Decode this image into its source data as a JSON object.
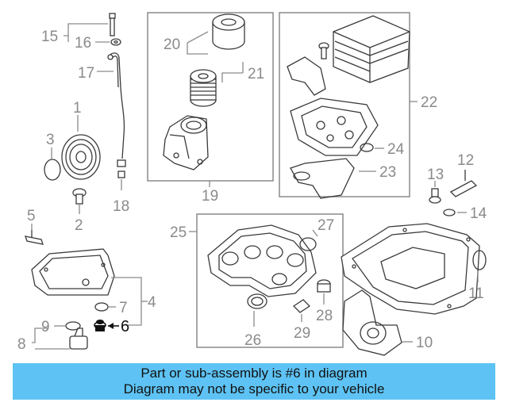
{
  "callouts": {
    "n1": "1",
    "n2": "2",
    "n3": "3",
    "n4": "4",
    "n5": "5",
    "n6": "6",
    "n7": "7",
    "n8": "8",
    "n9": "9",
    "n10": "10",
    "n11": "11",
    "n12": "12",
    "n13": "13",
    "n14": "14",
    "n15": "15",
    "n16": "16",
    "n17": "17",
    "n18": "18",
    "n19": "19",
    "n20": "20",
    "n21": "21",
    "n22": "22",
    "n23": "23",
    "n24": "24",
    "n25": "25",
    "n26": "26",
    "n27": "27",
    "n28": "28",
    "n29": "29"
  },
  "highlighted_part": "6",
  "banner": {
    "line1": "Part or sub-assembly is #6 in diagram",
    "line2": "Diagram may not be specific to your vehicle"
  },
  "colors": {
    "banner_bg": "#5ec3f4",
    "callout_text": "#8a8a8a",
    "part_lines": "#3a3a3a",
    "highlight_text": "#111111"
  }
}
